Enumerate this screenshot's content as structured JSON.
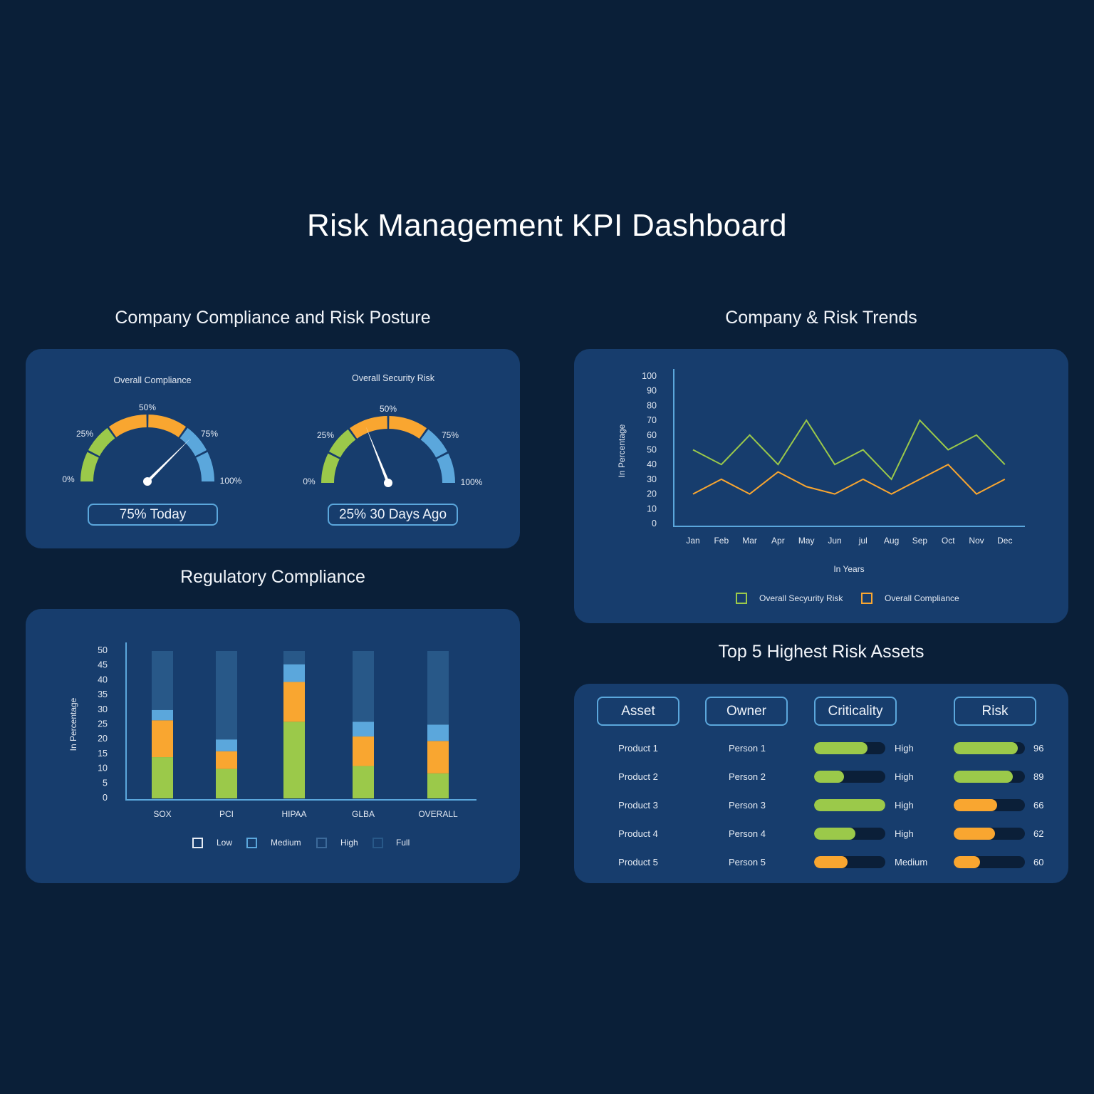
{
  "page": {
    "title": "Risk Management KPI Dashboard",
    "background": "#0a1f38",
    "panel_color": "#173d6d"
  },
  "colors": {
    "green": "#9bc94a",
    "orange": "#f9a630",
    "light_blue": "#5ba7dc",
    "dark_blue": "#285888",
    "track": "#0b1f38"
  },
  "posture": {
    "section_title": "Company Compliance and Risk Posture",
    "gauges": [
      {
        "title": "Overall Compliance",
        "labels": {
          "p0": "0%",
          "p25": "25%",
          "p50": "50%",
          "p75": "75%",
          "p100": "100%"
        },
        "value": 75,
        "caption": "75% Today"
      },
      {
        "title": "Overall Security Risk",
        "labels": {
          "p0": "0%",
          "p25": "25%",
          "p50": "50%",
          "p75": "75%",
          "p100": "100%"
        },
        "value": 38,
        "caption": "25% 30 Days Ago"
      }
    ]
  },
  "trends": {
    "section_title": "Company & Risk Trends",
    "ylabel": "In Percentage",
    "xlabel": "In Years",
    "yticks": [
      "100",
      "90",
      "80",
      "70",
      "60",
      "50",
      "40",
      "30",
      "20",
      "10",
      "0"
    ],
    "legend": [
      {
        "label": "Overall Secyurity Risk",
        "color": "#9bc94a"
      },
      {
        "label": "Overall Compliance",
        "color": "#f9a630"
      }
    ]
  },
  "regulatory": {
    "section_title": "Regulatory Compliance",
    "ylabel": "In Percentage",
    "yticks": [
      "50",
      "45",
      "40",
      "35",
      "30",
      "25",
      "20",
      "15",
      "10",
      "5",
      "0"
    ],
    "legend": [
      {
        "label": "Low",
        "color": "#e6ecf4"
      },
      {
        "label": "Medium",
        "color": "#5ba7dc"
      },
      {
        "label": "High",
        "color": "#3c6a9a"
      },
      {
        "label": "Full",
        "color": "#285888"
      }
    ]
  },
  "assets": {
    "section_title": "Top 5 Highest Risk Assets",
    "headers": {
      "asset": "Asset",
      "owner": "Owner",
      "criticality": "Criticality",
      "risk": "Risk"
    },
    "rows": [
      {
        "asset": "Product 1",
        "owner": "Person 1",
        "criticality": "High",
        "crit_pct": 75,
        "crit_color": "#9bc94a",
        "risk": "96",
        "risk_pct": 90,
        "risk_color": "#9bc94a"
      },
      {
        "asset": "Product 2",
        "owner": "Person 2",
        "criticality": "High",
        "crit_pct": 42,
        "crit_color": "#9bc94a",
        "risk": "89",
        "risk_pct": 83,
        "risk_color": "#9bc94a"
      },
      {
        "asset": "Product 3",
        "owner": "Person 3",
        "criticality": "High",
        "crit_pct": 100,
        "crit_color": "#9bc94a",
        "risk": "66",
        "risk_pct": 61,
        "risk_color": "#f9a630"
      },
      {
        "asset": "Product 4",
        "owner": "Person 4",
        "criticality": "High",
        "crit_pct": 58,
        "crit_color": "#9bc94a",
        "risk": "62",
        "risk_pct": 58,
        "risk_color": "#f9a630"
      },
      {
        "asset": "Product 5",
        "owner": "Person 5",
        "criticality": "Medium",
        "crit_pct": 47,
        "crit_color": "#f9a630",
        "risk": "60",
        "risk_pct": 37,
        "risk_color": "#f9a630"
      }
    ]
  },
  "chart_data": [
    {
      "type": "gauge",
      "title": "Overall Compliance",
      "range": [
        0,
        100
      ],
      "ticks": [
        "0%",
        "25%",
        "50%",
        "75%",
        "100%"
      ],
      "bands": [
        {
          "from": 0,
          "to": 30,
          "color": "#9bc94a"
        },
        {
          "from": 30,
          "to": 70,
          "color": "#f9a630"
        },
        {
          "from": 70,
          "to": 100,
          "color": "#5ba7dc"
        }
      ],
      "value": 75,
      "caption": "75% Today"
    },
    {
      "type": "gauge",
      "title": "Overall Security Risk",
      "range": [
        0,
        100
      ],
      "ticks": [
        "0%",
        "25%",
        "50%",
        "75%",
        "100%"
      ],
      "bands": [
        {
          "from": 0,
          "to": 30,
          "color": "#9bc94a"
        },
        {
          "from": 30,
          "to": 70,
          "color": "#f9a630"
        },
        {
          "from": 70,
          "to": 100,
          "color": "#5ba7dc"
        }
      ],
      "value": 38,
      "caption": "25% 30 Days Ago"
    },
    {
      "type": "line",
      "title": "Company & Risk Trends",
      "xlabel": "In Years",
      "ylabel": "In Percentage",
      "ylim": [
        0,
        100
      ],
      "yticks": [
        0,
        10,
        20,
        30,
        40,
        50,
        60,
        70,
        80,
        90,
        100
      ],
      "grid": false,
      "legend_position": "bottom",
      "categories": [
        "Jan",
        "Feb",
        "Mar",
        "Apr",
        "May",
        "Jun",
        "jul",
        "Aug",
        "Sep",
        "Oct",
        "Nov",
        "Dec"
      ],
      "series": [
        {
          "name": "Overall Secyurity Risk",
          "color": "#9bc94a",
          "values": [
            50,
            40,
            60,
            40,
            70,
            40,
            50,
            30,
            70,
            50,
            60,
            40
          ]
        },
        {
          "name": "Overall Compliance",
          "color": "#f9a630",
          "values": [
            20,
            30,
            20,
            35,
            25,
            20,
            30,
            20,
            30,
            40,
            20,
            30
          ]
        }
      ]
    },
    {
      "type": "bar",
      "stacked": true,
      "title": "Regulatory Compliance",
      "ylabel": "In Percentage",
      "ylim": [
        0,
        50
      ],
      "yticks": [
        0,
        5,
        10,
        15,
        20,
        25,
        30,
        35,
        40,
        45,
        50
      ],
      "legend_position": "bottom",
      "categories": [
        "SOX",
        "PCI",
        "HIPAA",
        "GLBA",
        "OVERALL"
      ],
      "series": [
        {
          "name": "Low",
          "color": "#9bc94a",
          "values": [
            14,
            10,
            26,
            11,
            8.5
          ]
        },
        {
          "name": "Medium",
          "color": "#f9a630",
          "values": [
            12.5,
            6,
            13.5,
            10,
            11
          ]
        },
        {
          "name": "High",
          "color": "#5ba7dc",
          "values": [
            3.5,
            4,
            6,
            5,
            5.5
          ]
        },
        {
          "name": "Full",
          "color": "#285888",
          "values": [
            20,
            30,
            4.5,
            24,
            25
          ]
        }
      ]
    },
    {
      "type": "table",
      "title": "Top 5 Highest Risk Assets",
      "columns": [
        "Asset",
        "Owner",
        "Criticality",
        "Risk"
      ],
      "rows": [
        [
          "Product 1",
          "Person 1",
          "High",
          "96"
        ],
        [
          "Product 2",
          "Person 2",
          "High",
          "89"
        ],
        [
          "Product 3",
          "Person 3",
          "High",
          "66"
        ],
        [
          "Product 4",
          "Person 4",
          "High",
          "62"
        ],
        [
          "Product 5",
          "Person 5",
          "Medium",
          "60"
        ]
      ]
    }
  ]
}
